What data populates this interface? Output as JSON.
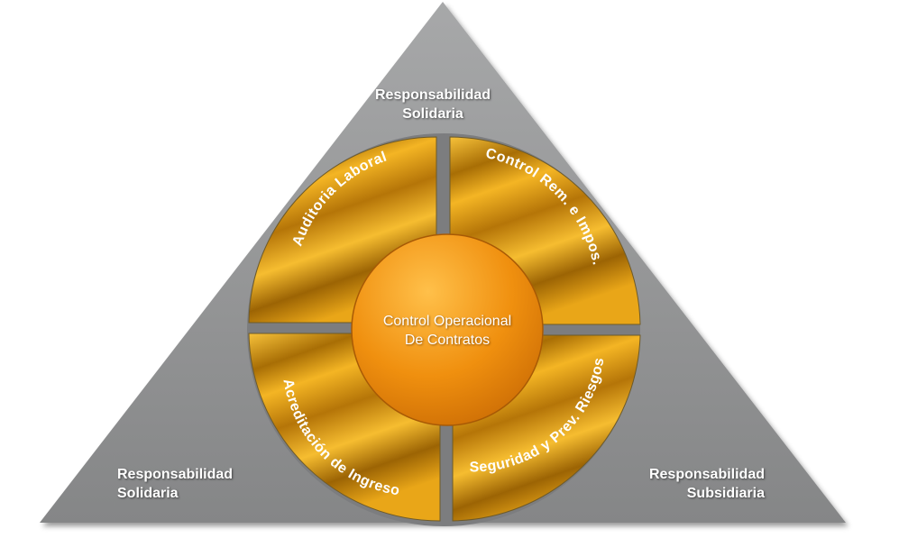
{
  "corners": {
    "top": [
      "Responsabilidad",
      "Solidaria"
    ],
    "left": [
      "Responsabilidad",
      "Solidaria"
    ],
    "right": [
      "Responsabilidad",
      "Subsidiaria"
    ]
  },
  "center": [
    "Control Operacional",
    "De Contratos"
  ],
  "segments": {
    "top_left": "Auditoria Laboral",
    "top_right": "Control Rem. e Impos.",
    "bottom_right": "Seguridad y Prev. Riesgos",
    "bottom_left": "Acreditación de Ingreso"
  },
  "colors": {
    "triangle": "#8f9091",
    "segment_gold": "#d99a10",
    "center_orange": "#f2900f",
    "gap_gray": "#7c7d7f"
  }
}
